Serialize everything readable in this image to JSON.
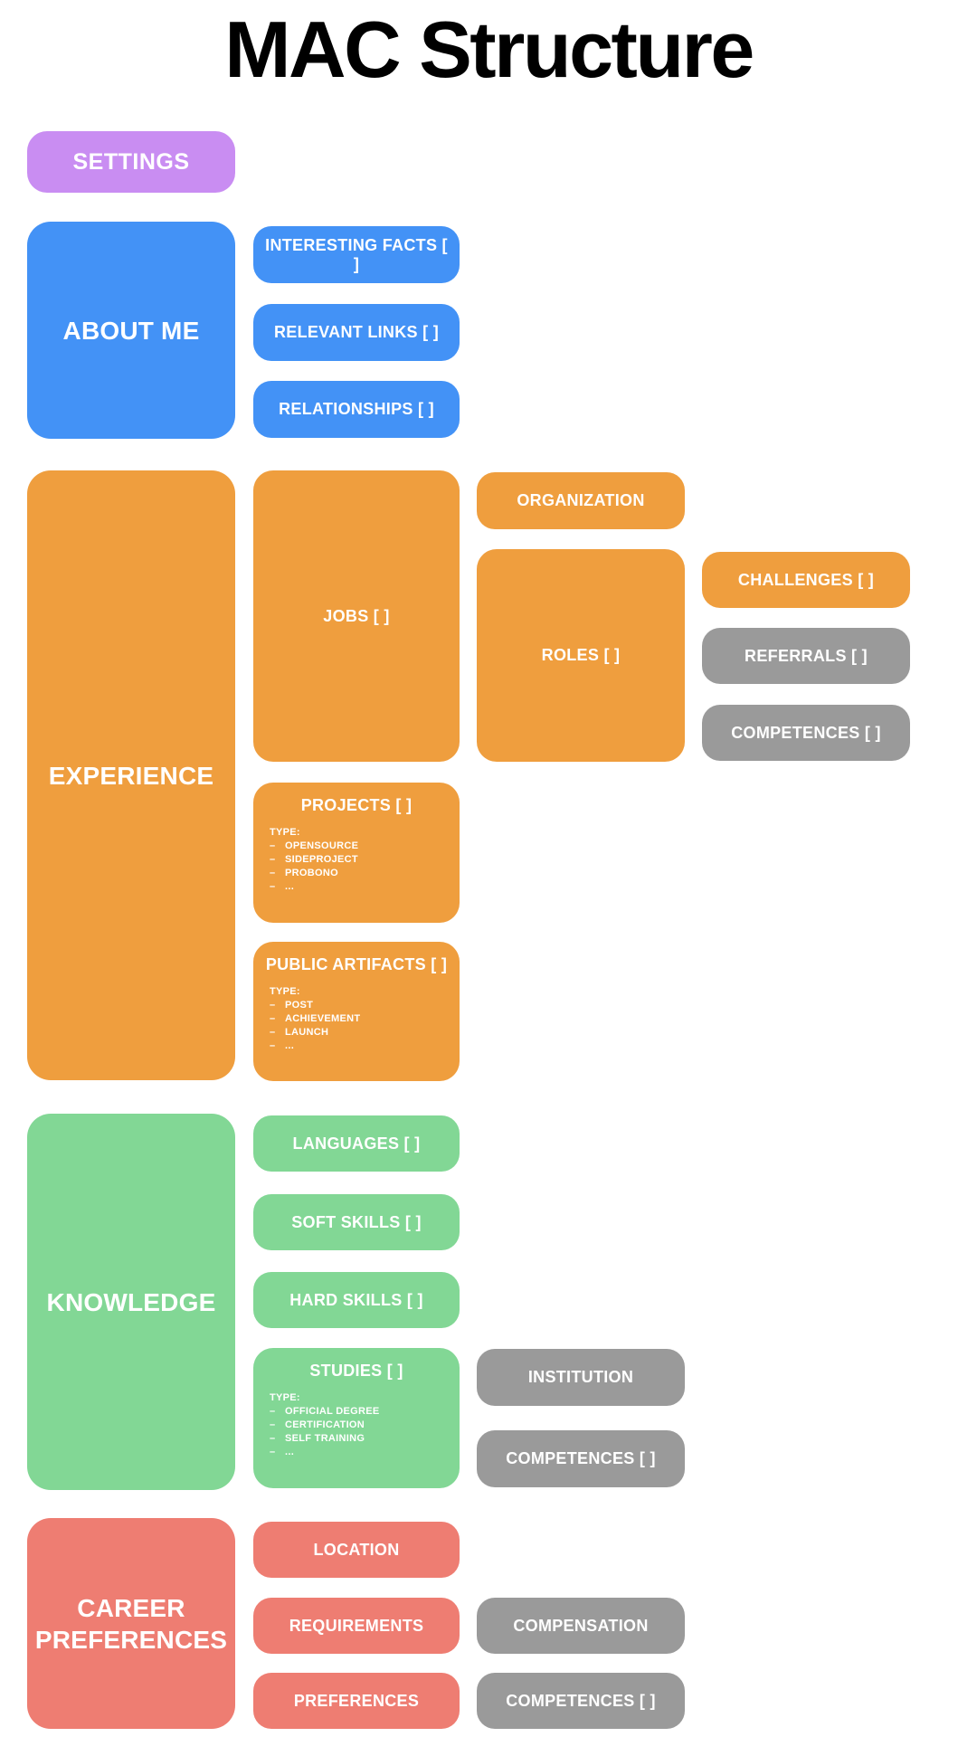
{
  "page_title": "MAC Structure",
  "colors": {
    "purple": "#C98DF2",
    "blue": "#4392F6",
    "orange": "#EF9E3E",
    "green": "#82D795",
    "red": "#EE7D72",
    "gray": "#9A9A9A",
    "title_color": "#000000",
    "label_color": "#FFFFFF"
  },
  "settings": {
    "label": "SETTINGS"
  },
  "about_me": {
    "label": "ABOUT ME",
    "interesting_facts": "INTERESTING FACTS [ ]",
    "relevant_links": "RELEVANT LINKS [ ]",
    "relationships": "RELATIONSHIPS [ ]"
  },
  "experience": {
    "label": "EXPERIENCE",
    "jobs": "JOBS [ ]",
    "projects": {
      "title": "PROJECTS [ ]",
      "type_label": "TYPE:",
      "types": [
        "OPENSOURCE",
        "SIDEPROJECT",
        "PROBONO",
        "..."
      ]
    },
    "public_artifacts": {
      "title": "PUBLIC ARTIFACTS [ ]",
      "type_label": "TYPE:",
      "types": [
        "POST",
        "ACHIEVEMENT",
        "LAUNCH",
        "..."
      ]
    },
    "organization": "ORGANIZATION",
    "roles": "ROLES [ ]",
    "challenges": "CHALLENGES [ ]",
    "referrals": "REFERRALS [ ]",
    "competences": "COMPETENCES [ ]"
  },
  "knowledge": {
    "label": "KNOWLEDGE",
    "languages": "LANGUAGES [ ]",
    "soft_skills": "SOFT SKILLS [ ]",
    "hard_skills": "HARD SKILLS [ ]",
    "studies": {
      "title": "STUDIES [ ]",
      "type_label": "TYPE:",
      "types": [
        "OFFICIAL DEGREE",
        "CERTIFICATION",
        "SELF TRAINING",
        "..."
      ]
    },
    "institution": "INSTITUTION",
    "competences": "COMPETENCES [ ]"
  },
  "career_preferences": {
    "label": "CAREER PREFERENCES",
    "location": "LOCATION",
    "requirements": "REQUIREMENTS",
    "preferences": "PREFERENCES",
    "compensation": "COMPENSATION",
    "competences": "COMPETENCES [ ]"
  }
}
